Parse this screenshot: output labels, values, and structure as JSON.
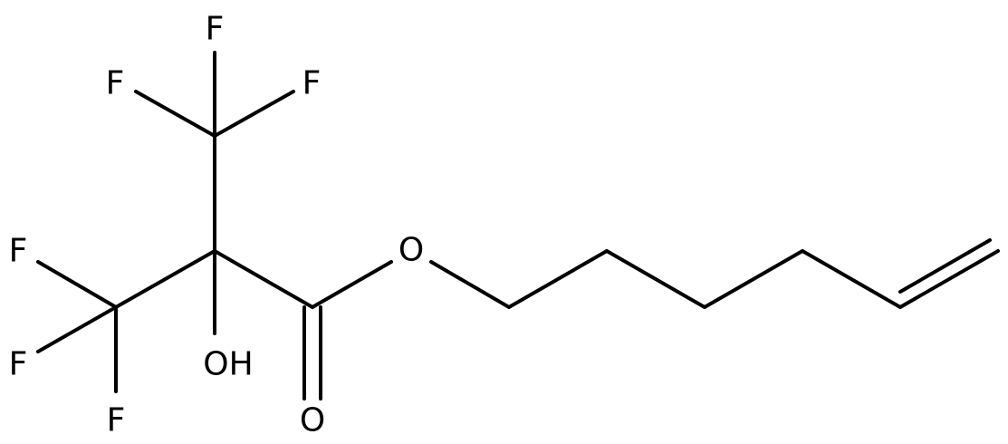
{
  "molecule": {
    "atom_labels": {
      "f_top": "F",
      "f_top_left": "F",
      "f_top_right": "F",
      "f_left_upper": "F",
      "f_left_lower": "F",
      "f_bottom": "F",
      "hydroxyl": "OH",
      "ester_oxygen": "O",
      "carbonyl_oxygen": "O"
    }
  }
}
